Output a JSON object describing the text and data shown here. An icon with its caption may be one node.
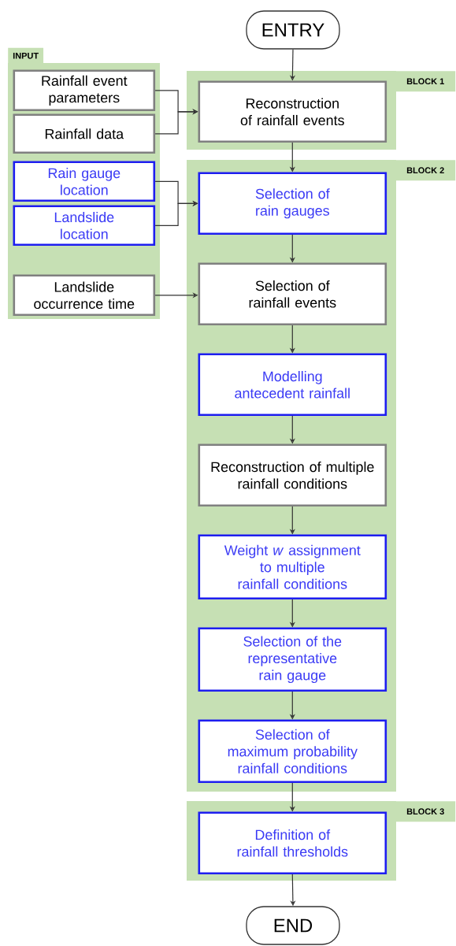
{
  "diagram": {
    "nodes": [
      {
        "text": [
          "ENTRY"
        ]
      },
      {
        "text": [
          "INPUT"
        ]
      },
      {
        "text": [
          "Rainfall event parameters"
        ],
        "in": 1
      },
      {
        "text": [
          "Rainfall data"
        ],
        "in": 1
      },
      {
        "text": [
          "Rain gauge location"
        ],
        "in": 1
      },
      {
        "text": [
          "Landslide location"
        ],
        "in": 1
      },
      {
        "text": [
          "Landslide occurrence time"
        ],
        "in": 1
      },
      {
        "text": [
          "BLOCK 1"
        ]
      },
      {
        "text": [
          "Reconstruction of rainfall events"
        ],
        "in": 7
      },
      {
        "text": [
          "BLOCK 2"
        ]
      },
      {
        "text": [
          "Selection of rain gauges"
        ],
        "in": 9
      },
      {
        "text": [
          "Selection of rainfall events"
        ],
        "in": 9
      },
      {
        "text": [
          "Modelling antecedent rainfall"
        ],
        "in": 9
      },
      {
        "text": [
          "Reconstruction of multiple rainfall conditions"
        ],
        "in": 9
      },
      {
        "text": [
          "Weight *w* assignment to multiple rainfall conditions"
        ],
        "in": 9
      },
      {
        "text": [
          "Selection of the representative rain gauge"
        ],
        "in": 9
      },
      {
        "text": [
          "Selection of maximum probability rainfall conditions"
        ],
        "in": 9
      },
      {
        "text": [
          "BLOCK 3"
        ]
      },
      {
        "text": [
          "Definition of rainfall thresholds"
        ],
        "in": 17
      },
      {
        "text": [
          "END"
        ]
      }
    ],
    "edges": [
      {
        "from": 0,
        "to": 8,
        "arrow": "to"
      },
      {
        "from": 2,
        "to": 8,
        "arrow": "to"
      },
      {
        "from": 3,
        "to": 8,
        "arrow": "to"
      },
      {
        "from": 8,
        "to": 10,
        "arrow": "to"
      },
      {
        "from": 4,
        "to": 10,
        "arrow": "to"
      },
      {
        "from": 5,
        "to": 10,
        "arrow": "to"
      },
      {
        "from": 6,
        "to": 11,
        "arrow": "to"
      },
      {
        "from": 10,
        "to": 11,
        "arrow": "to"
      },
      {
        "from": 11,
        "to": 12,
        "arrow": "to"
      },
      {
        "from": 12,
        "to": 13,
        "arrow": "to"
      },
      {
        "from": 13,
        "to": 14,
        "arrow": "to"
      },
      {
        "from": 14,
        "to": 15,
        "arrow": "to"
      },
      {
        "from": 15,
        "to": 16,
        "arrow": "to"
      },
      {
        "from": 16,
        "to": 18,
        "arrow": "to"
      },
      {
        "from": 18,
        "to": 19,
        "arrow": "to"
      }
    ]
  }
}
